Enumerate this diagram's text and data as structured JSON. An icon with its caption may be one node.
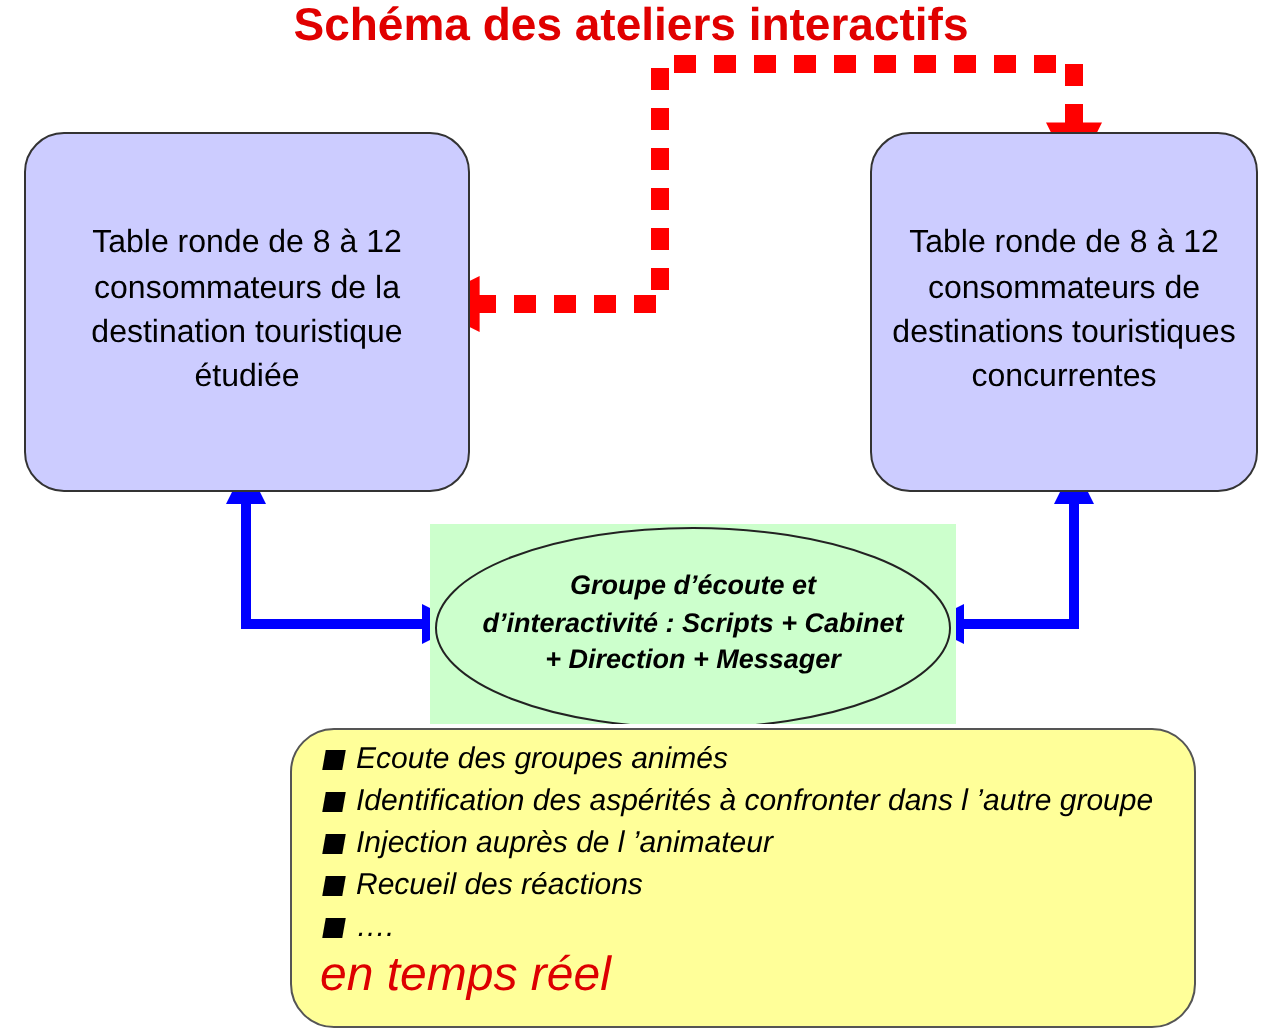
{
  "diagram": {
    "title": "Schéma des ateliers interactifs",
    "nodes": [
      {
        "text": [
          "Table ronde de 8 à 12 consommateurs de la destination touristique étudiée"
        ]
      },
      {
        "text": [
          "Table ronde de 8 à 12 consommateurs de destinations touristiques concurrentes"
        ]
      },
      {
        "text": [
          "Groupe d’écoute et d’interactivité : Scripts + Cabinet + Direction + Messager"
        ]
      },
      {
        "text": [
          "Ecoute des groupes animés",
          "Identification des aspérités à confronter dans l ’autre groupe",
          "Injection auprès de l ’animateur",
          "Recueil des réactions",
          "….",
          "en temps réel"
        ]
      }
    ],
    "edges": [
      {
        "from": 0,
        "to": 1,
        "arrow": "both",
        "style": "dashed",
        "color": "#ff0000"
      },
      {
        "from": 0,
        "to": 2,
        "arrow": "both"
      },
      {
        "from": 1,
        "to": 2,
        "arrow": "both"
      }
    ]
  }
}
